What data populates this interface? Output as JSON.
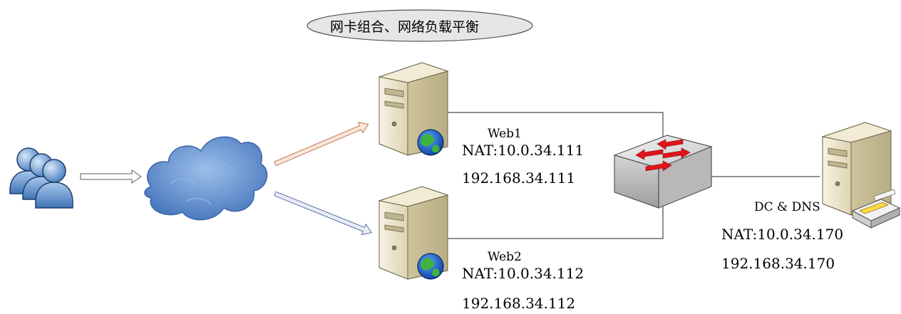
{
  "title": "网卡组合、网络负载平衡",
  "nodes": {
    "web1": {
      "name": "Web1",
      "nat": "NAT:10.0.34.111",
      "lan": "192.168.34.111"
    },
    "web2": {
      "name": "Web2",
      "nat": "NAT:10.0.34.112",
      "lan": "192.168.34.112"
    },
    "dc": {
      "name": "DC & DNS",
      "nat": "NAT:10.0.34.170",
      "lan": "192.168.34.170"
    }
  },
  "icons": [
    "users-icon",
    "cloud-icon",
    "server-icon",
    "globe-icon",
    "switch-icon",
    "printer-icon"
  ],
  "colors": {
    "user": "#5b8fc9",
    "cloud": "#5f8fd0",
    "server": "#e9e2c6",
    "switch": "#d9d9d9",
    "switch_arrow": "#e0141b",
    "arrow_web1": "#f0b08c",
    "arrow_web2": "#7c93c4"
  }
}
